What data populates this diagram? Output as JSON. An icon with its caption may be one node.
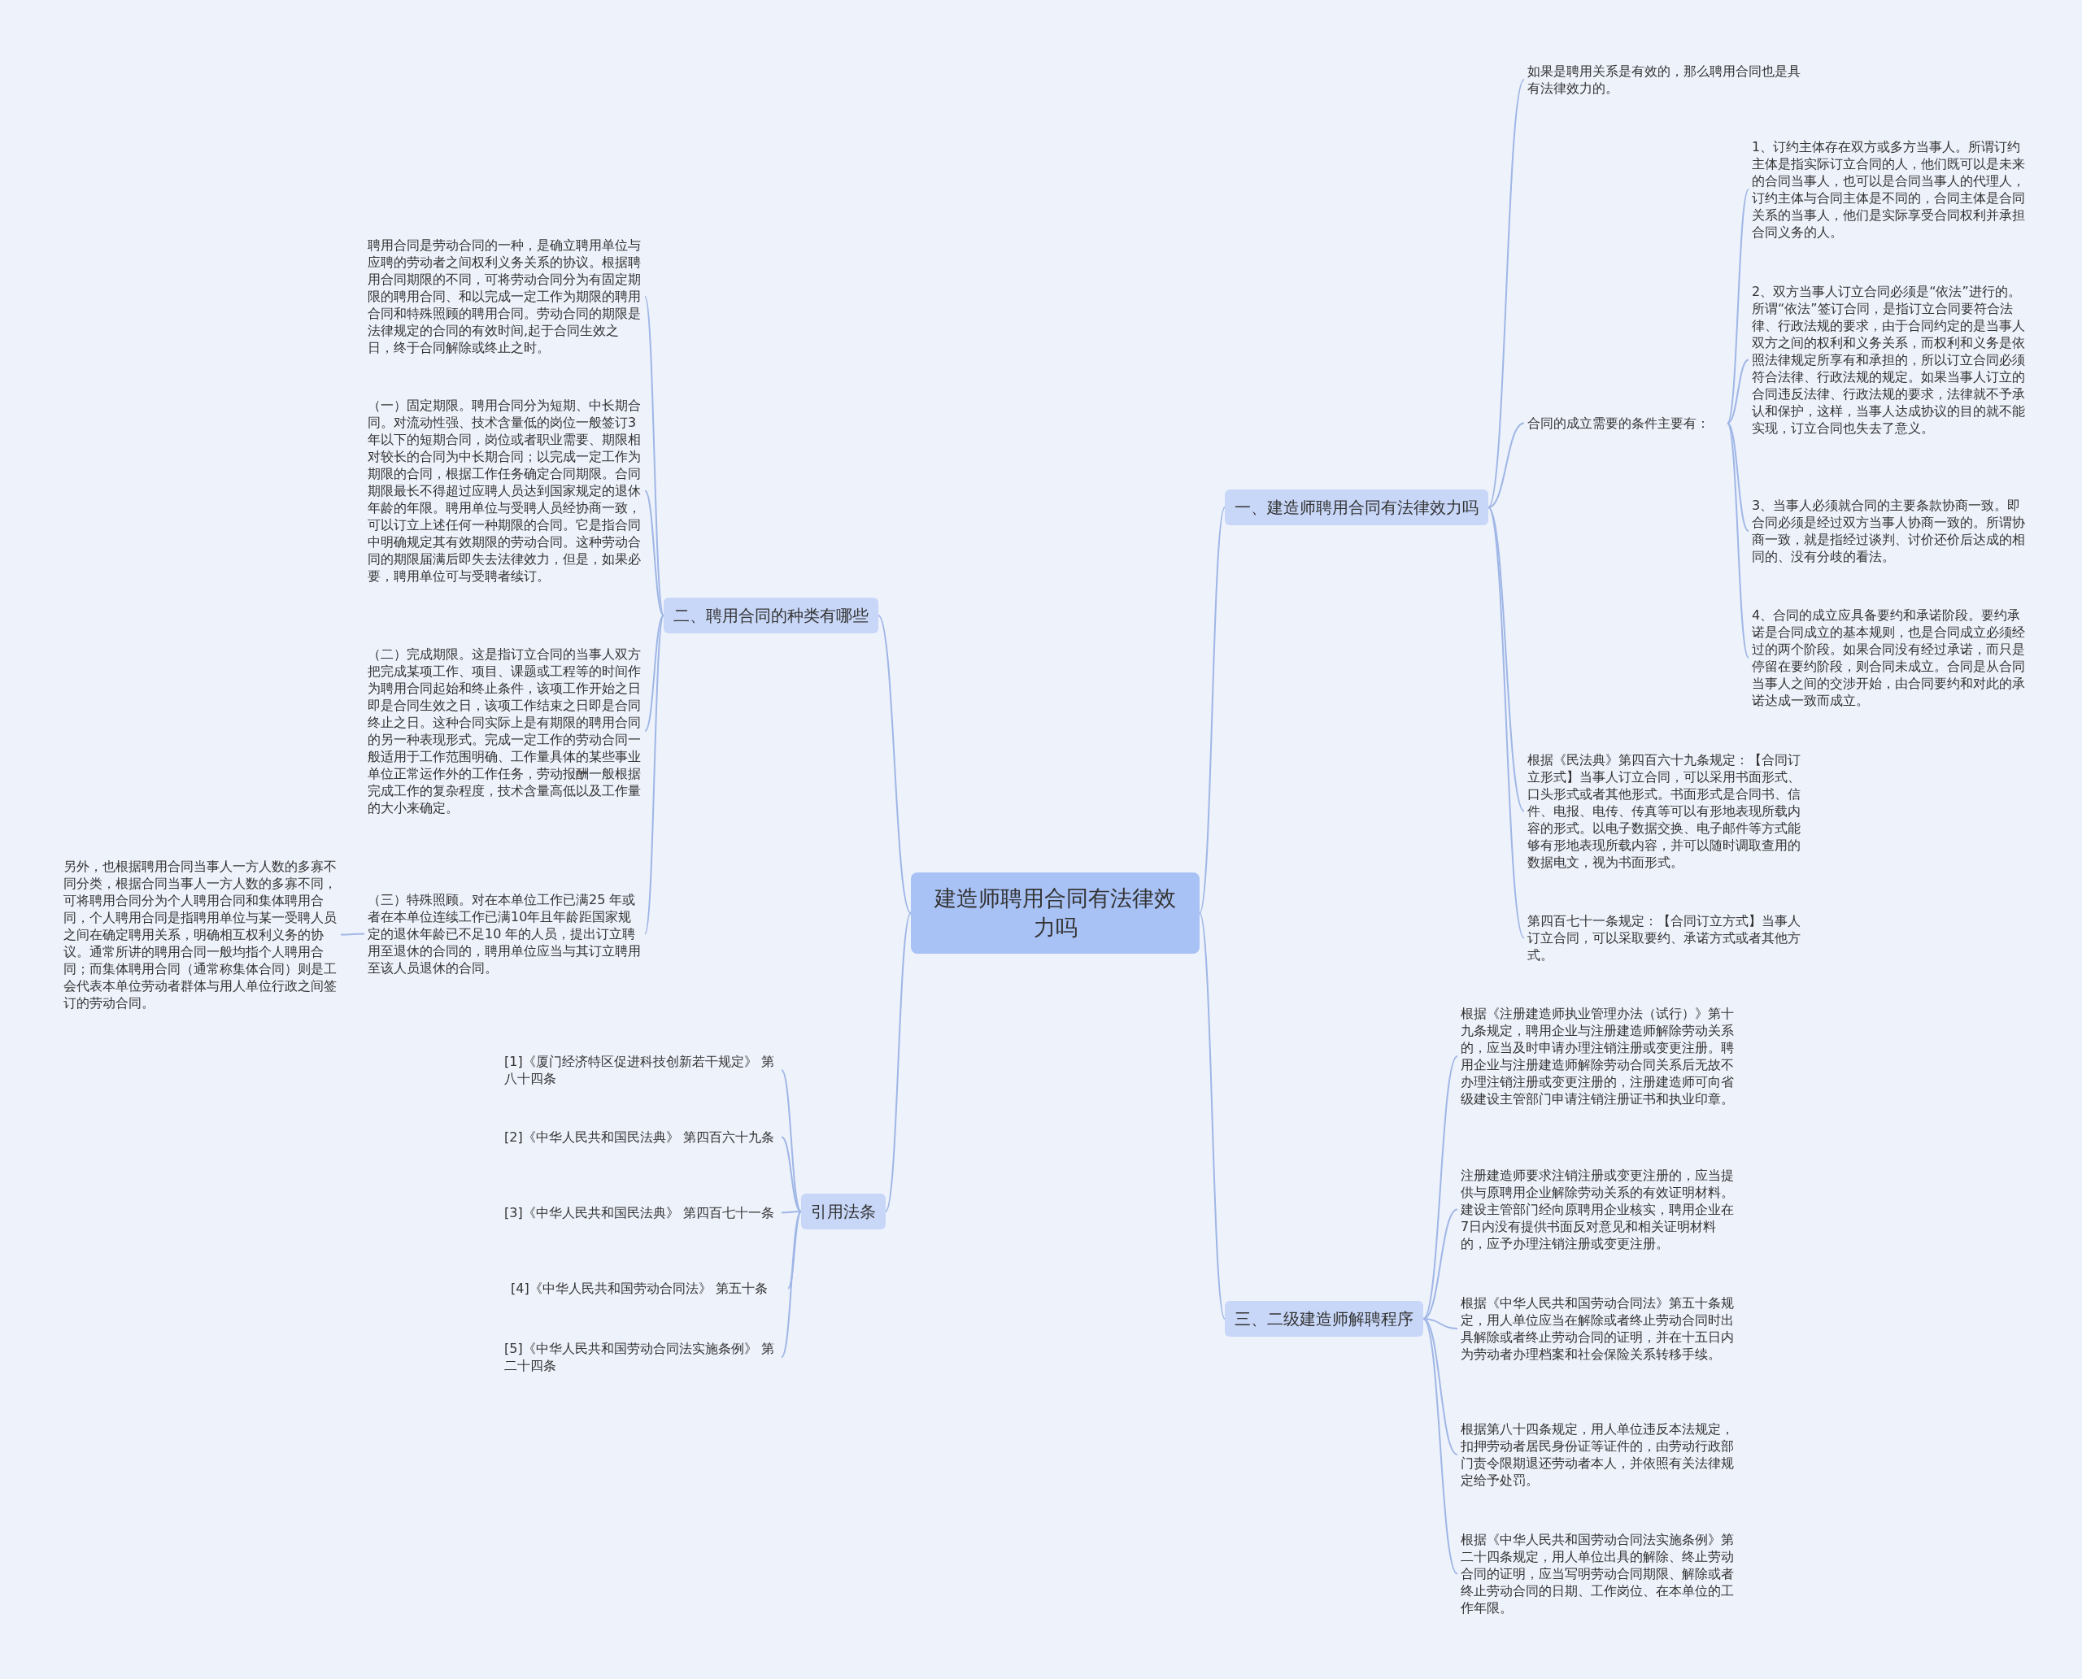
{
  "diagram": {
    "nodes": [
      {
        "text": [
          "建造师聘用合同有法律效力吗"
        ]
      },
      {
        "text": [
          "一、建造师聘用合同有法律效力吗"
        ]
      },
      {
        "text": [
          "如果是聘用关系是有效的，那么聘用合同也是具有法律效力的。"
        ]
      },
      {
        "text": [
          "合同的成立需要的条件主要有："
        ]
      },
      {
        "text": [
          "1、订约主体存在双方或多方当事人。所谓订约主体是指实际订立合同的人，他们既可以是未来的合同当事人，也可以是合同当事人的代理人，订约主体与合同主体是不同的，合同主体是合同关系的当事人，他们是实际享受合同权利并承担合同义务的人。"
        ]
      },
      {
        "text": [
          "2、双方当事人订立合同必须是“依法”进行的。所谓“依法”签订合同，是指订立合同要符合法律、行政法规的要求，由于合同约定的是当事人双方之间的权利和义务关系，而权利和义务是依照法律规定所享有和承担的，所以订立合同必须符合法律、行政法规的规定。如果当事人订立的合同违反法律、行政法规的要求，法律就不予承认和保护，这样，当事人达成协议的目的就不能实现，订立合同也失去了意义。"
        ]
      },
      {
        "text": [
          "3、当事人必须就合同的主要条款协商一致。即合同必须是经过双方当事人协商一致的。所谓协商一致，就是指经过谈判、讨价还价后达成的相同的、没有分歧的看法。"
        ]
      },
      {
        "text": [
          "4、合同的成立应具备要约和承诺阶段。要约承诺是合同成立的基本规则，也是合同成立必须经过的两个阶段。如果合同没有经过承诺，而只是停留在要约阶段，则合同未成立。合同是从合同当事人之间的交涉开始，由合同要约和对此的承诺达成一致而成立。"
        ]
      },
      {
        "text": [
          "根据《民法典》第四百六十九条规定：【合同订立形式】当事人订立合同，可以采用书面形式、口头形式或者其他形式。书面形式是合同书、信件、电报、电传、传真等可以有形地表现所载内容的形式。以电子数据交换、电子邮件等方式能够有形地表现所载内容，并可以随时调取查用的数据电文，视为书面形式。"
        ]
      },
      {
        "text": [
          "第四百七十一条规定：【合同订立方式】当事人订立合同，可以采取要约、承诺方式或者其他方式。"
        ]
      },
      {
        "text": [
          "三、二级建造师解聘程序"
        ]
      },
      {
        "text": [
          "根据《注册建造师执业管理办法（试行）》第十九条规定，聘用企业与注册建造师解除劳动关系的，应当及时申请办理注销注册或变更注册。聘用企业与注册建造师解除劳动合同关系后无故不办理注销注册或变更注册的，注册建造师可向省级建设主管部门申请注销注册证书和执业印章。"
        ]
      },
      {
        "text": [
          "注册建造师要求注销注册或变更注册的，应当提供与原聘用企业解除劳动关系的有效证明材料。建设主管部门经向原聘用企业核实，聘用企业在7日内没有提供书面反对意见和相关证明材料的，应予办理注销注册或变更注册。"
        ]
      },
      {
        "text": [
          "根据《中华人民共和国劳动合同法》第五十条规定，用人单位应当在解除或者终止劳动合同时出具解除或者终止劳动合同的证明，并在十五日内为劳动者办理档案和社会保险关系转移手续。"
        ]
      },
      {
        "text": [
          "根据第八十四条规定，用人单位违反本法规定，扣押劳动者居民身份证等证件的，由劳动行政部门责令限期退还劳动者本人，并依照有关法律规定给予处罚。"
        ]
      },
      {
        "text": [
          "根据《中华人民共和国劳动合同法实施条例》第二十四条规定，用人单位出具的解除、终止劳动合同的证明，应当写明劳动合同期限、解除或者终止劳动合同的日期、工作岗位、在本单位的工作年限。"
        ]
      },
      {
        "text": [
          "二、聘用合同的种类有哪些"
        ]
      },
      {
        "text": [
          "聘用合同是劳动合同的一种，是确立聘用单位与应聘的劳动者之间权利义务关系的协议。根据聘用合同期限的不同，可将劳动合同分为有固定期限的聘用合同、和以完成一定工作为期限的聘用合同和特殊照顾的聘用合同。劳动合同的期限是法律规定的合同的有效时间,起于合同生效之日，终于合同解除或终止之时。"
        ]
      },
      {
        "text": [
          "（一）固定期限。聘用合同分为短期、中长期合同。对流动性强、技术含量低的岗位一般签订3 年以下的短期合同，岗位或者职业需要、期限相对较长的合同为中长期合同；以完成一定工作为期限的合同，根据工作任务确定合同期限。合同期限最长不得超过应聘人员达到国家规定的退休年龄的年限。聘用单位与受聘人员经协商一致，可以订立上述任何一种期限的合同。它是指合同中明确规定其有效期限的劳动合同。这种劳动合同的期限届满后即失去法律效力，但是，如果必要，聘用单位可与受聘者续订。"
        ]
      },
      {
        "text": [
          "（二）完成期限。这是指订立合同的当事人双方把完成某项工作、项目、课题或工程等的时间作为聘用合同起始和终止条件，该项工作开始之日即是合同生效之日，该项工作结束之日即是合同终止之日。这种合同实际上是有期限的聘用合同的另一种表现形式。完成一定工作的劳动合同一般适用于工作范围明确、工作量具体的某些事业单位正常运作外的工作任务，劳动报酬一般根据完成工作的复杂程度，技术含量高低以及工作量的大小来确定。"
        ]
      },
      {
        "text": [
          "（三）特殊照顾。对在本单位工作已满25 年或者在本单位连续工作已满10年且年龄距国家规定的退休年龄已不足10 年的人员，提出订立聘用至退休的合同的，聘用单位应当与其订立聘用至该人员退休的合同。"
        ]
      },
      {
        "text": [
          "另外，也根据聘用合同当事人一方人数的多寡不同分类，根据合同当事人一方人数的多寡不同，可将聘用合同分为个人聘用合同和集体聘用合同，个人聘用合同是指聘用单位与某一受聘人员之间在确定聘用关系，明确相互权利义务的协议。通常所讲的聘用合同一般均指个人聘用合同；而集体聘用合同（通常称集体合同）则是工会代表本单位劳动者群体与用人单位行政之间签订的劳动合同。"
        ]
      },
      {
        "text": [
          "引用法条"
        ]
      },
      {
        "text": [
          "[1]《厦门经济特区促进科技创新若干规定》 第八十四条"
        ]
      },
      {
        "text": [
          "[2]《中华人民共和国民法典》 第四百六十九条"
        ]
      },
      {
        "text": [
          "[3]《中华人民共和国民法典》 第四百七十一条"
        ]
      },
      {
        "text": [
          "[4]《中华人民共和国劳动合同法》 第五十条"
        ]
      },
      {
        "text": [
          "[5]《中华人民共和国劳动合同法实施条例》 第二十四条"
        ]
      }
    ],
    "edges": [
      {
        "from": 0,
        "to": 1,
        "arrow": "none"
      },
      {
        "from": 1,
        "to": 2,
        "arrow": "none"
      },
      {
        "from": 1,
        "to": 3,
        "arrow": "none"
      },
      {
        "from": 3,
        "to": 4,
        "arrow": "none"
      },
      {
        "from": 3,
        "to": 5,
        "arrow": "none"
      },
      {
        "from": 3,
        "to": 6,
        "arrow": "none"
      },
      {
        "from": 3,
        "to": 7,
        "arrow": "none"
      },
      {
        "from": 1,
        "to": 8,
        "arrow": "none"
      },
      {
        "from": 1,
        "to": 9,
        "arrow": "none"
      },
      {
        "from": 0,
        "to": 10,
        "arrow": "none"
      },
      {
        "from": 10,
        "to": 11,
        "arrow": "none"
      },
      {
        "from": 10,
        "to": 12,
        "arrow": "none"
      },
      {
        "from": 10,
        "to": 13,
        "arrow": "none"
      },
      {
        "from": 10,
        "to": 14,
        "arrow": "none"
      },
      {
        "from": 10,
        "to": 15,
        "arrow": "none"
      },
      {
        "from": 0,
        "to": 16,
        "arrow": "none"
      },
      {
        "from": 16,
        "to": 17,
        "arrow": "none"
      },
      {
        "from": 16,
        "to": 18,
        "arrow": "none"
      },
      {
        "from": 16,
        "to": 19,
        "arrow": "none"
      },
      {
        "from": 16,
        "to": 20,
        "arrow": "none"
      },
      {
        "from": 20,
        "to": 21,
        "arrow": "none"
      },
      {
        "from": 0,
        "to": 22,
        "arrow": "none"
      },
      {
        "from": 22,
        "to": 23,
        "arrow": "none"
      },
      {
        "from": 22,
        "to": 24,
        "arrow": "none"
      },
      {
        "from": 22,
        "to": 25,
        "arrow": "none"
      },
      {
        "from": 22,
        "to": 26,
        "arrow": "none"
      },
      {
        "from": 22,
        "to": 27,
        "arrow": "none"
      }
    ]
  }
}
